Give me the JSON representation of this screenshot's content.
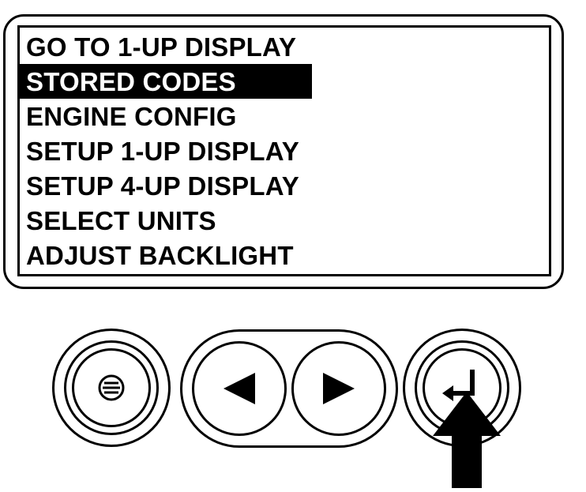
{
  "screen": {
    "menu_items": [
      {
        "label": "GO TO 1-UP DISPLAY",
        "selected": false
      },
      {
        "label": "STORED CODES",
        "selected": true
      },
      {
        "label": "ENGINE CONFIG",
        "selected": false
      },
      {
        "label": "SETUP 1-UP DISPLAY",
        "selected": false
      },
      {
        "label": "SETUP 4-UP DISPLAY",
        "selected": false
      },
      {
        "label": "SELECT UNITS",
        "selected": false
      },
      {
        "label": "ADJUST BACKLIGHT",
        "selected": false
      }
    ]
  },
  "buttons": {
    "menu": {
      "icon": "menu-icon"
    },
    "left": {
      "icon": "left-arrow-icon"
    },
    "right": {
      "icon": "right-arrow-icon"
    },
    "enter": {
      "icon": "enter-icon"
    }
  },
  "pointer": {
    "icon": "pointer-arrow-icon",
    "target": "enter-button"
  }
}
